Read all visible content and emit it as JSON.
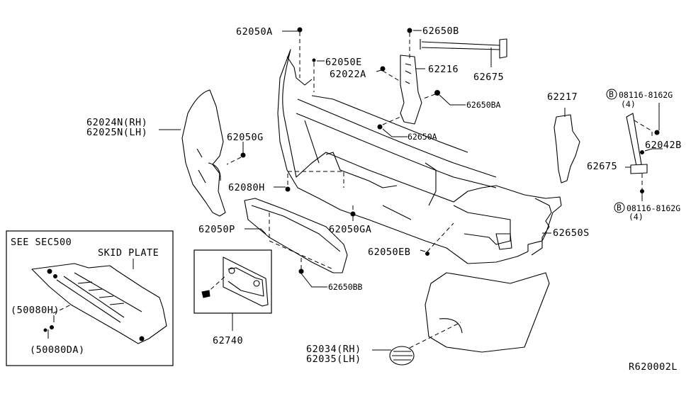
{
  "diagram": {
    "reference_code": "R620002L",
    "callouts": [
      {
        "id": "p62050A",
        "text": "62050A"
      },
      {
        "id": "p62050E",
        "text": "62050E"
      },
      {
        "id": "p62022A",
        "text": "62022A"
      },
      {
        "id": "p62650B",
        "text": "62650B"
      },
      {
        "id": "p62216",
        "text": "62216"
      },
      {
        "id": "p62675_top",
        "text": "62675"
      },
      {
        "id": "p62650BA",
        "text": "62650BA"
      },
      {
        "id": "p62650A",
        "text": "62650A"
      },
      {
        "id": "p62024N",
        "text": "62024N(RH)"
      },
      {
        "id": "p62025N",
        "text": "62025N(LH)"
      },
      {
        "id": "p62050G",
        "text": "62050G"
      },
      {
        "id": "p62080H",
        "text": "62080H"
      },
      {
        "id": "p62050P",
        "text": "62050P"
      },
      {
        "id": "p62050GA",
        "text": "62050GA"
      },
      {
        "id": "p62050EB",
        "text": "62050EB"
      },
      {
        "id": "p62650BB",
        "text": "62650BB"
      },
      {
        "id": "p62740",
        "text": "62740"
      },
      {
        "id": "p62034",
        "text": "62034(RH)"
      },
      {
        "id": "p62035",
        "text": "62035(LH)"
      },
      {
        "id": "p62217",
        "text": "62217"
      },
      {
        "id": "p62042B",
        "text": "62042B"
      },
      {
        "id": "p62675_right",
        "text": "62675"
      },
      {
        "id": "p62650S",
        "text": "62650S"
      },
      {
        "id": "bolt_top",
        "text": "08116-8162G",
        "marker": "B",
        "qty": "(4)"
      },
      {
        "id": "bolt_bottom",
        "text": "08116-8162G",
        "marker": "B",
        "qty": "(4)"
      }
    ],
    "inset": {
      "note": "SEE SEC500",
      "title": "SKID PLATE",
      "labels": [
        "(50080H)",
        "(50080DA)"
      ]
    }
  }
}
